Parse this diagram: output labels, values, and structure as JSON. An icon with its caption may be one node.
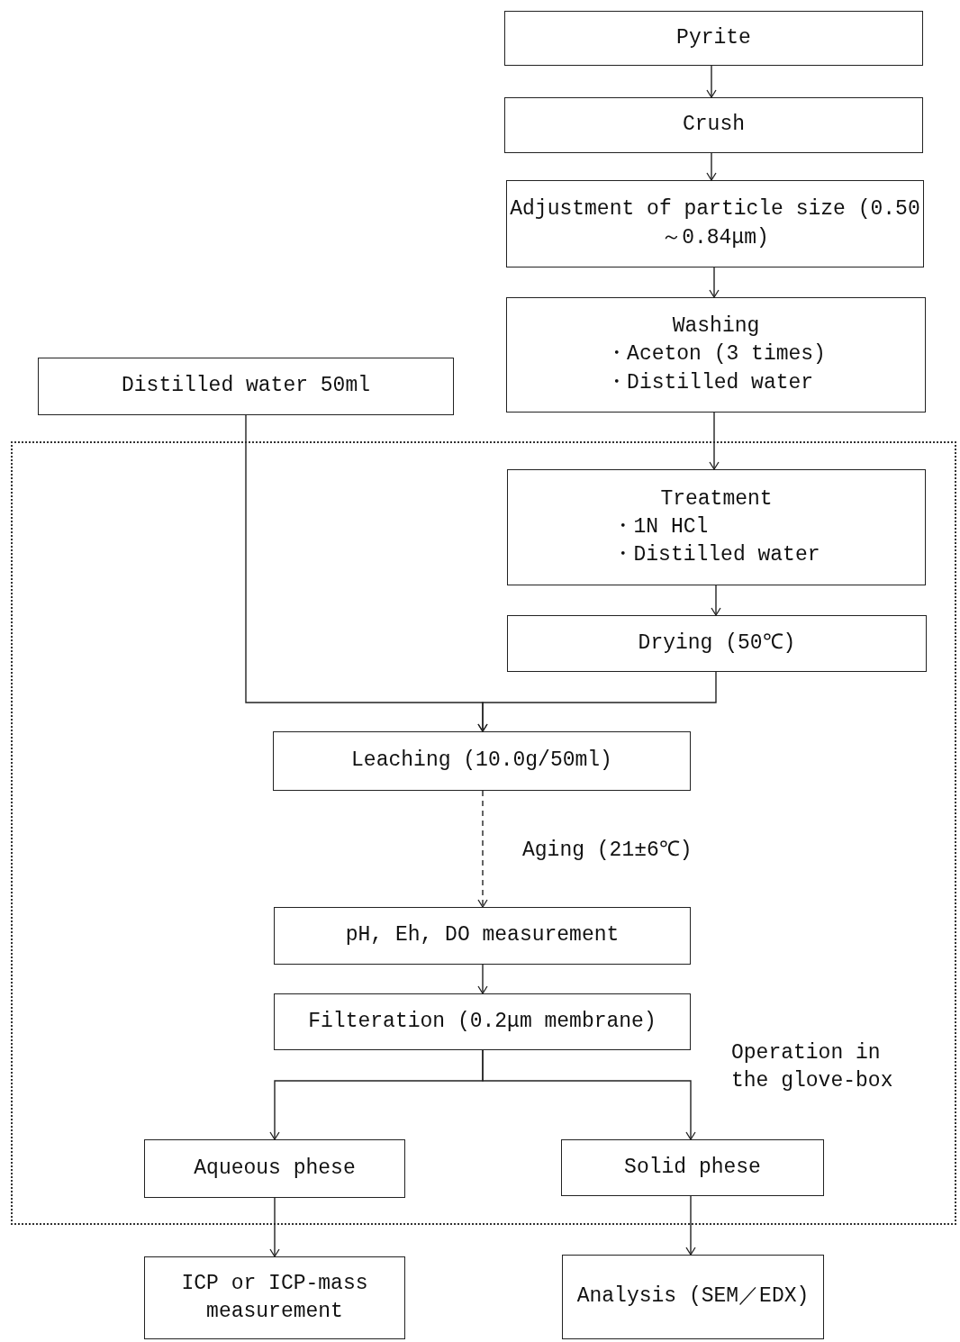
{
  "diagram": {
    "nodes": [
      {
        "text": [
          "Pyrite"
        ]
      },
      {
        "text": [
          "Crush"
        ]
      },
      {
        "text": [
          "Adjustment of particle size (0.50～0.84μm)"
        ]
      },
      {
        "text": [
          "Distilled water  50ml"
        ]
      },
      {
        "text": [
          "Washing",
          "・Aceton (3 times)",
          "・Distilled water"
        ]
      },
      {
        "text": [
          "Operation in the glove-box"
        ]
      },
      {
        "text": [
          "Treatment",
          "・1N HCl",
          "・Distilled water"
        ],
        "in": 5
      },
      {
        "text": [
          "Drying (50℃)"
        ],
        "in": 5
      },
      {
        "text": [
          "Leaching  (10.0g/50ml)"
        ],
        "in": 5
      },
      {
        "text": [
          "pH, Eh, DO measurement"
        ],
        "in": 5
      },
      {
        "text": [
          "Filteration (0.2μm membrane)"
        ],
        "in": 5
      },
      {
        "text": [
          "Aqueous phese"
        ],
        "in": 5
      },
      {
        "text": [
          "Solid phese"
        ],
        "in": 5
      },
      {
        "text": [
          "ICP or ICP-mass measurement"
        ]
      },
      {
        "text": [
          "Analysis (SEM／EDX)"
        ]
      }
    ],
    "edges": [
      {
        "from": 0,
        "to": 1,
        "arrow": "to"
      },
      {
        "from": 1,
        "to": 2,
        "arrow": "to"
      },
      {
        "from": 2,
        "to": 4,
        "arrow": "to"
      },
      {
        "from": 4,
        "to": 6,
        "arrow": "to"
      },
      {
        "from": 6,
        "to": 7,
        "arrow": "to"
      },
      {
        "from": 3,
        "to": 8,
        "arrow": "to"
      },
      {
        "from": 7,
        "to": 8,
        "arrow": "to"
      },
      {
        "from": 8,
        "to": 9,
        "arrow": "to",
        "style": "dashed",
        "label": "Aging  (21±6℃)"
      },
      {
        "from": 9,
        "to": 10,
        "arrow": "to"
      },
      {
        "from": 10,
        "to": 11,
        "arrow": "to"
      },
      {
        "from": 10,
        "to": 12,
        "arrow": "to"
      },
      {
        "from": 11,
        "to": 13,
        "arrow": "to"
      },
      {
        "from": 12,
        "to": 14,
        "arrow": "to"
      }
    ]
  }
}
